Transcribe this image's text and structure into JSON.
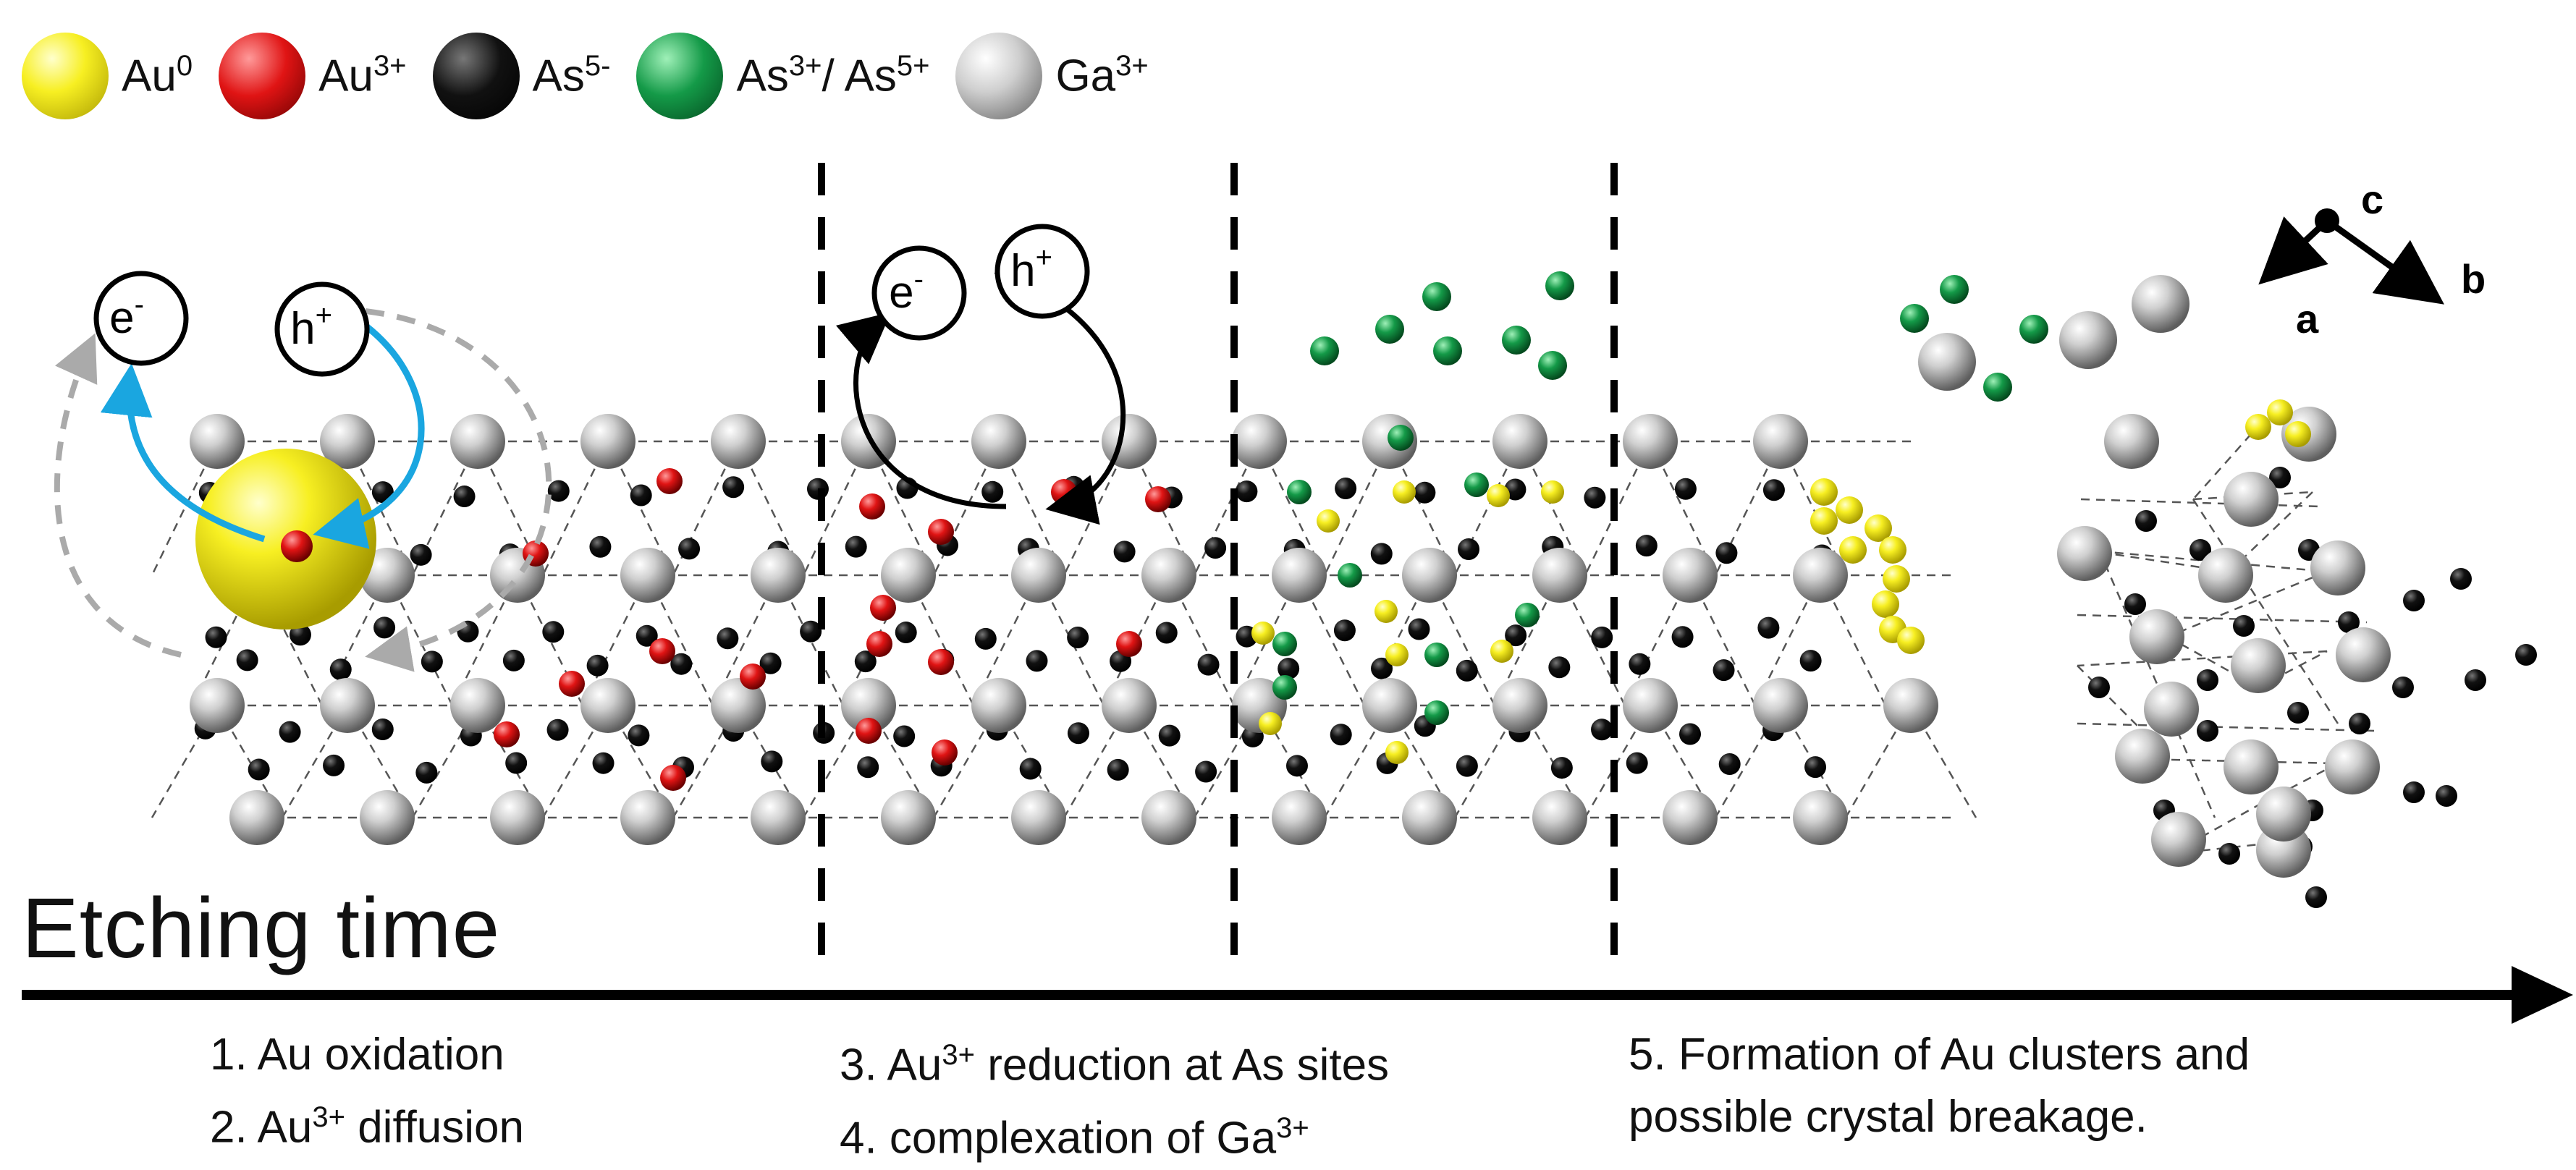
{
  "legend": {
    "items": [
      {
        "id": "au0",
        "base": "Au",
        "sup": "0",
        "color": "#f5ec12"
      },
      {
        "id": "au3",
        "base": "Au",
        "sup": "3+",
        "color": "#e01414"
      },
      {
        "id": "as5m",
        "base": "As",
        "sup": "5-",
        "color": "#0a0a0a"
      },
      {
        "id": "as35",
        "base": "As",
        "sup": "3+",
        "mid": "/ As",
        "sup2": "5+",
        "color": "#159a4a"
      },
      {
        "id": "ga3",
        "base": "Ga",
        "sup": "3+",
        "color": "#c8c8c8"
      }
    ]
  },
  "axis_title": "Etching time",
  "stages": {
    "s1": "1. Au oxidation",
    "s2_pre": "2. Au",
    "s2_sup": "3+",
    "s2_post": " diffusion",
    "s3_pre": "3. Au",
    "s3_sup": "3+",
    "s3_post": " reduction at As sites",
    "s4_pre": "4. complexation of Ga",
    "s4_sup": "3+",
    "s5_line1": "5. Formation of Au clusters and",
    "s5_line2": "possible crystal breakage."
  },
  "carriers": {
    "electron": "e",
    "electron_sup": "-",
    "hole": "h",
    "hole_sup": "+"
  },
  "crystal_axes": {
    "a": "a",
    "b": "b",
    "c": "c"
  },
  "colors": {
    "arrow_blue": "#1aa6e0",
    "dash_gray": "#aaaaaa",
    "axis": "#000000"
  }
}
